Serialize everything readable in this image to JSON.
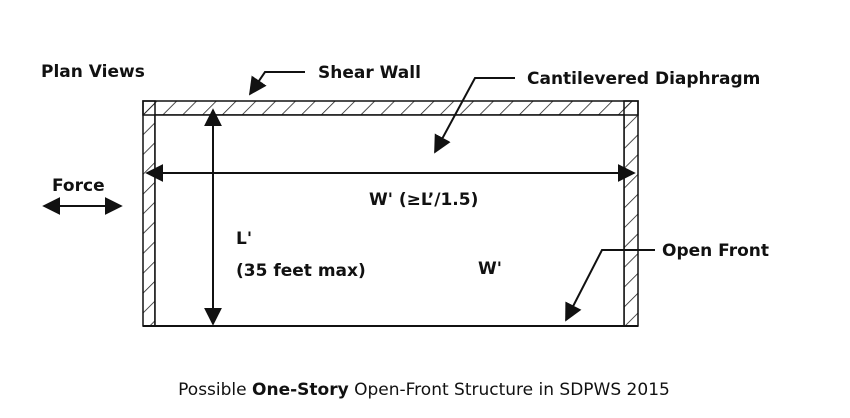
{
  "labels": {
    "plan_views": "Plan Views",
    "shear_wall": "Shear Wall",
    "cantilevered_diaphragm": "Cantilevered Diaphragm",
    "force": "Force",
    "width_dim": "W' (≥L’/1.5)",
    "length": "L'",
    "length_max": "(35 feet max)",
    "width": "W'",
    "open_front": "Open Front"
  },
  "caption": {
    "pre": "Possible ",
    "bold": "One-Story",
    "post": " Open-Front Structure in SDPWS 2015"
  }
}
